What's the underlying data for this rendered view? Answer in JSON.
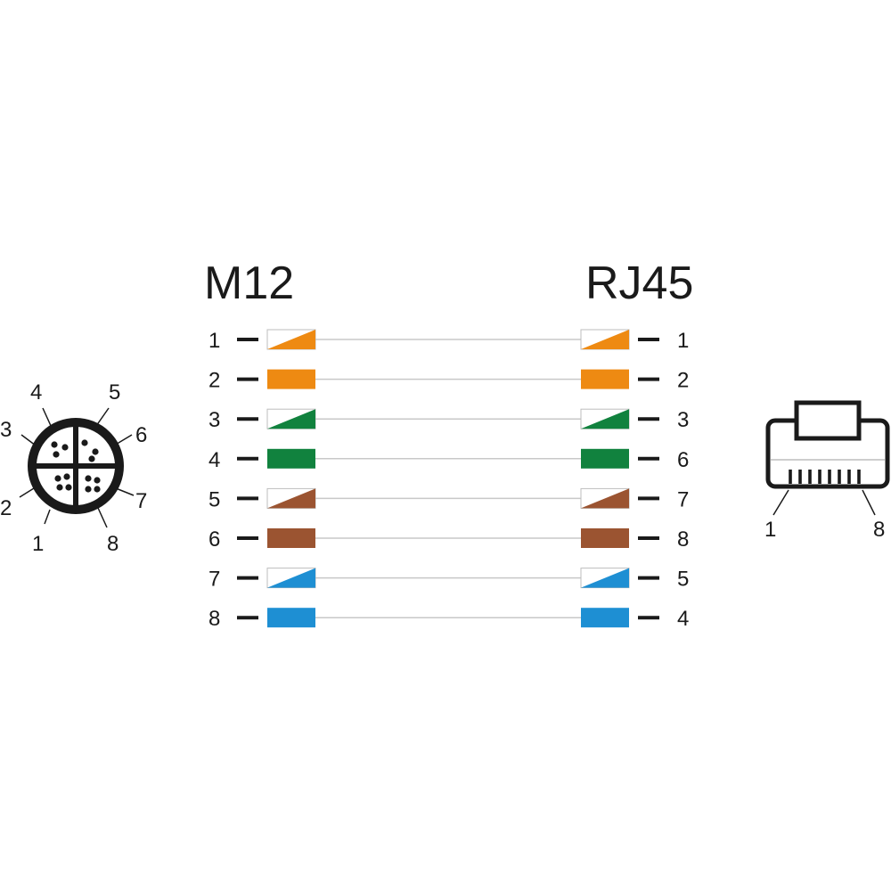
{
  "headings": {
    "left": "M12",
    "right": "RJ45"
  },
  "colors": {
    "orange": "#ee8a12",
    "green": "#11823e",
    "brown": "#9b5431",
    "blue": "#1e8fd3",
    "wire": "#c8c8c8",
    "ink": "#1a1a1a"
  },
  "wiring": [
    {
      "m12_pin": "1",
      "rj45_pin": "1",
      "color": "orange",
      "striped": true
    },
    {
      "m12_pin": "2",
      "rj45_pin": "2",
      "color": "orange",
      "striped": false
    },
    {
      "m12_pin": "3",
      "rj45_pin": "3",
      "color": "green",
      "striped": true
    },
    {
      "m12_pin": "4",
      "rj45_pin": "6",
      "color": "green",
      "striped": false
    },
    {
      "m12_pin": "5",
      "rj45_pin": "7",
      "color": "brown",
      "striped": true
    },
    {
      "m12_pin": "6",
      "rj45_pin": "8",
      "color": "brown",
      "striped": false
    },
    {
      "m12_pin": "7",
      "rj45_pin": "5",
      "color": "blue",
      "striped": true
    },
    {
      "m12_pin": "8",
      "rj45_pin": "4",
      "color": "blue",
      "striped": false
    }
  ],
  "m12_connector": {
    "pin_labels": [
      "1",
      "2",
      "3",
      "4",
      "5",
      "6",
      "7",
      "8"
    ]
  },
  "rj45_connector": {
    "first_pin_label": "1",
    "last_pin_label": "8"
  }
}
